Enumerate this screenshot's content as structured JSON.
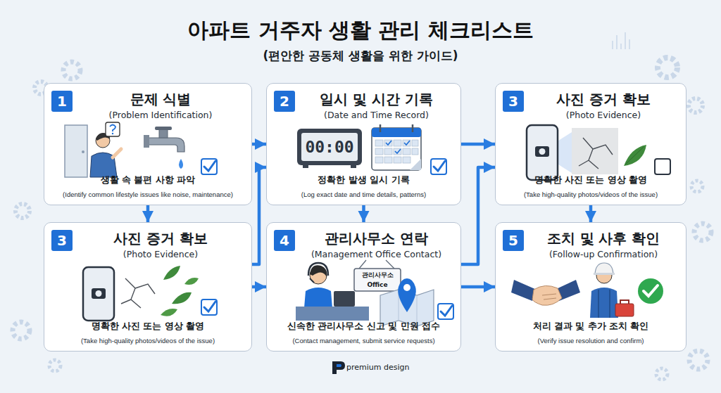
{
  "diagram": {
    "title": "아파트 거주자 생활 관리 체크리스트",
    "nodes": [
      {
        "text": [
          "1",
          "문제 식별",
          "(Problem Identification)",
          "생활 속 불편 사항 파악",
          "(Identify common lifestyle issues like noise, maintenance)"
        ]
      },
      {
        "text": [
          "2",
          "일시 및 시간 기록",
          "(Date and Time Record)",
          "정확한 발생 일시 기록",
          "(Log exact date and time details, patterns)"
        ]
      },
      {
        "text": [
          "3",
          "사진 증거 확보",
          "(Photo Evidence)",
          "명확한 사진 또는 영상 촬영",
          "(Take high-quality photos/videos of the issue)"
        ]
      },
      {
        "text": [
          "3",
          "사진 증거 확보",
          "(Photo Evidence)",
          "명확한 사진 또는 영상 촬영",
          "(Take high-quality photos/videos of the issue)"
        ]
      },
      {
        "text": [
          "4",
          "관리사무소 연락",
          "(Management Office Contact)",
          "신속한 관리사무소 신고 및 민원 접수",
          "(Contact management, submit service requests)"
        ]
      },
      {
        "text": [
          "5",
          "조치 및 사후 확인",
          "(Follow-up Confirmation)",
          "처리 결과 및 추가 조치 확인",
          "(Verify issue resolution and confirm)"
        ]
      }
    ],
    "edges": [
      {
        "from": 0,
        "to": 1,
        "arrow": "to"
      },
      {
        "from": 1,
        "to": 2,
        "arrow": "to"
      },
      {
        "from": 0,
        "to": 3,
        "arrow": "to"
      },
      {
        "from": 1,
        "to": 4,
        "arrow": "to"
      },
      {
        "from": 2,
        "to": 5,
        "arrow": "to"
      },
      {
        "from": 3,
        "to": 4,
        "arrow": "to"
      },
      {
        "from": 4,
        "to": 5,
        "arrow": "to"
      },
      {
        "from": 3,
        "to": 1,
        "arrow": "to"
      },
      {
        "from": 4,
        "to": 2,
        "arrow": "to"
      }
    ],
    "labels": [
      "(편안한 공동체 생활을 위한 가이드)",
      "00:00",
      "관리사무소",
      "Office",
      "premium design"
    ]
  }
}
